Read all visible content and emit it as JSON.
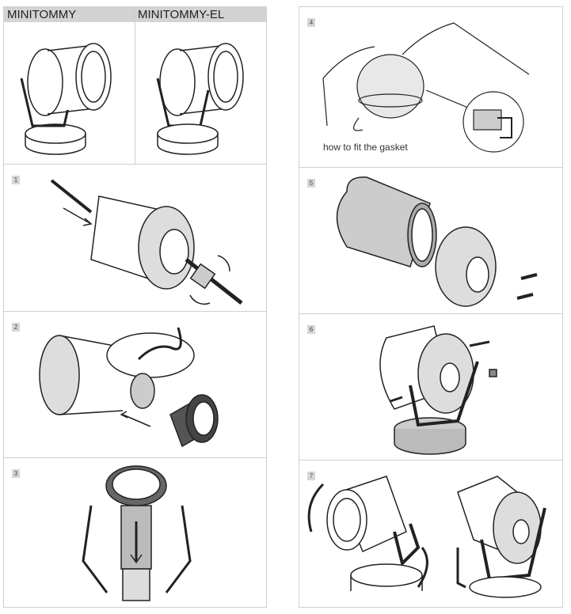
{
  "header": {
    "models": [
      "MINITOMMY",
      "MINITOMMY-EL"
    ]
  },
  "steps": [
    {
      "number": "1"
    },
    {
      "number": "2"
    },
    {
      "number": "3"
    },
    {
      "number": "4",
      "caption": "how to fit the gasket"
    },
    {
      "number": "5"
    },
    {
      "number": "6"
    },
    {
      "number": "7"
    }
  ]
}
